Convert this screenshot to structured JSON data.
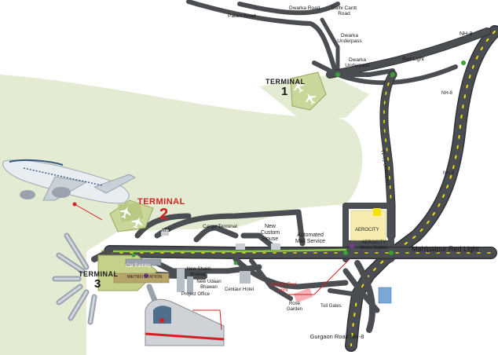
{
  "colors": {
    "road": "#4a4d52",
    "road_edge": "#2f3236",
    "airfield": "#e3ecd3",
    "metro_line": "#8dc63f",
    "arrow": "#f2e200",
    "accent_red": "#d42020",
    "metro_marker": "#7a3b8f",
    "junction": "#3aa035",
    "aerocity_block": "#f6ecb0",
    "rose_garden": "#f5b0b8"
  },
  "terminals": {
    "t1": {
      "word": "TERMINAL",
      "number": "1"
    },
    "t2": {
      "word": "TERMINAL",
      "number": "2"
    },
    "t3": {
      "word": "TERMINAL",
      "number": "3"
    }
  },
  "labels": {
    "palam_road": "Palam Road",
    "dwarka_road": "Dwarka Road",
    "delhi_cantt_road": "Delhi Cantt Road",
    "dwarka_underpass_1": "Dwarka Underpass",
    "dwarka_underpass_2": "Dwarka Underpass",
    "nh8_top": "NH-8",
    "red_light": "Red Light",
    "nh8_right_1": "NH-8",
    "nh8_right_2": "NH-8",
    "t1t3_underpass": "T1-T3 Underpass",
    "ats": "ATS",
    "cargo_terminal": "Cargo Terminal",
    "new_custom_house": "New Custom House",
    "automated_mail_service": "Automated Mail Service",
    "aerocity": "AEROCITY",
    "aerocity_metro": "AEROCITY Metro Station",
    "mahipalpur_red_light": "Mahipalpur Red Light",
    "car_parking": "Car Parking",
    "metro_station": "METRO STATION",
    "new_shakti_bhawan": "New Shakti Bhawan",
    "new_udaan_bhawan": "New Udaan Bhawan",
    "project_office": "Project Office",
    "centaur_hotel": "Centaur Hotel",
    "centaur_red_light": "Centaur Red Light",
    "rose_garden": "Rose Garden",
    "toll_gates": "Toll Gates",
    "gurgaon_road": "Gurgaon Road NH-8"
  }
}
